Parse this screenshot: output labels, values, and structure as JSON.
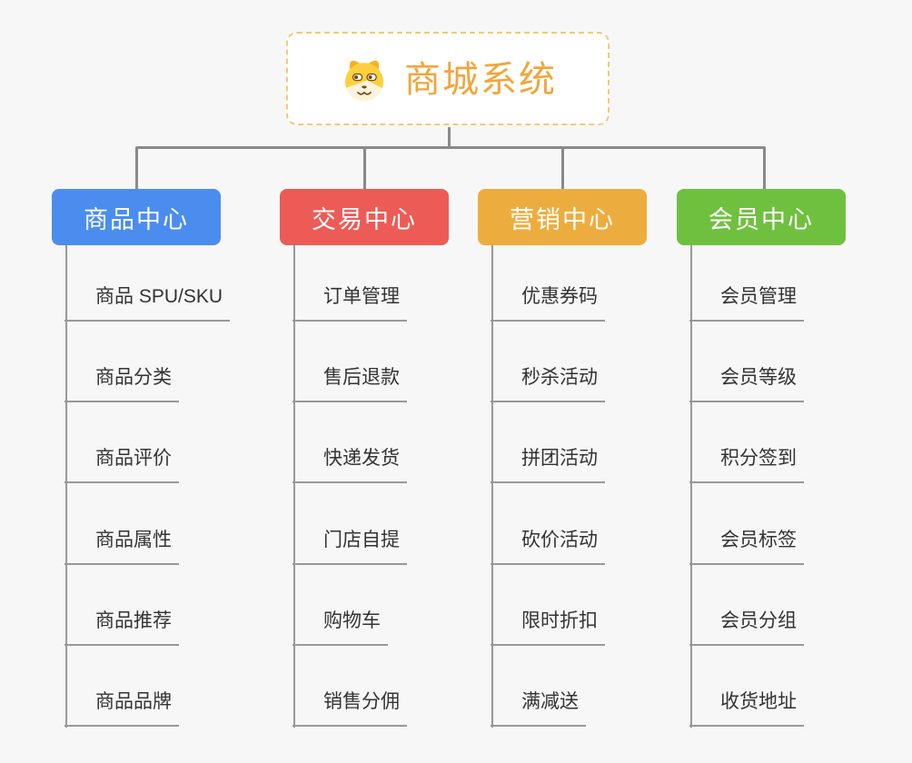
{
  "page": {
    "background": "#f7f7f7"
  },
  "root": {
    "title": "商城系统",
    "icon": "dog-face-icon",
    "title_color": "#f0a63c",
    "border_color": "#f4c878"
  },
  "connector_color": "#8a8a8a",
  "leaf_line_color": "#999999",
  "leaf_text_color": "#333333",
  "branches": [
    {
      "label": "商品中心",
      "color": "#4b8def",
      "children": [
        "商品 SPU/SKU",
        "商品分类",
        "商品评价",
        "商品属性",
        "商品推荐",
        "商品品牌"
      ]
    },
    {
      "label": "交易中心",
      "color": "#ed5b56",
      "children": [
        "订单管理",
        "售后退款",
        "快递发货",
        "门店自提",
        "购物车",
        "销售分佣"
      ]
    },
    {
      "label": "营销中心",
      "color": "#edad3e",
      "children": [
        "优惠券码",
        "秒杀活动",
        "拼团活动",
        "砍价活动",
        "限时折扣",
        "满减送"
      ]
    },
    {
      "label": "会员中心",
      "color": "#70c040",
      "children": [
        "会员管理",
        "会员等级",
        "积分签到",
        "会员标签",
        "会员分组",
        "收货地址"
      ]
    }
  ]
}
